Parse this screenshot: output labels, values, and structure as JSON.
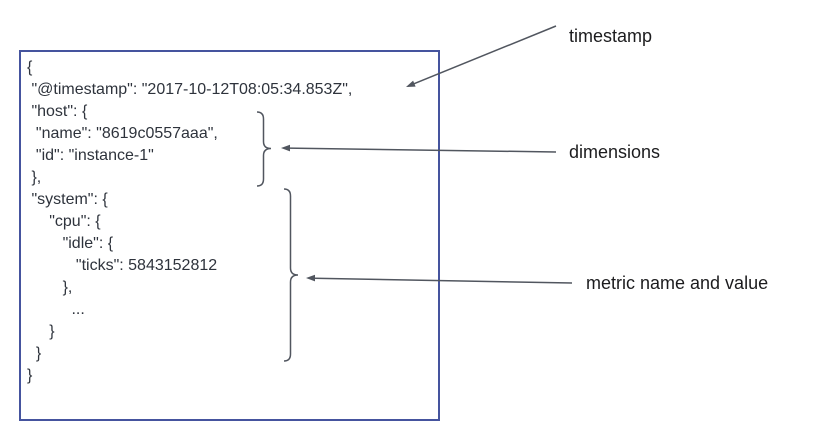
{
  "colors": {
    "box_border": "#45549e",
    "code_text": "#2e333c",
    "label_text": "#1c1c1e",
    "annotation": "#51565f"
  },
  "document_box": {
    "code_lines": [
      "{",
      " \"@timestamp\": \"2017-10-12T08:05:34.853Z\",",
      " \"host\": {",
      "  \"name\": \"8619c0557aaa\",",
      "  \"id\": \"instance-1\"",
      " },",
      " \"system\": {",
      "     \"cpu\": {",
      "        \"idle\": {",
      "           \"ticks\": 5843152812",
      "        },",
      "          ...",
      "     }",
      "  }",
      "}"
    ]
  },
  "annotations": {
    "timestamp": {
      "label": "timestamp"
    },
    "dimensions": {
      "label": "dimensions"
    },
    "metric": {
      "label": "metric name and value"
    }
  }
}
